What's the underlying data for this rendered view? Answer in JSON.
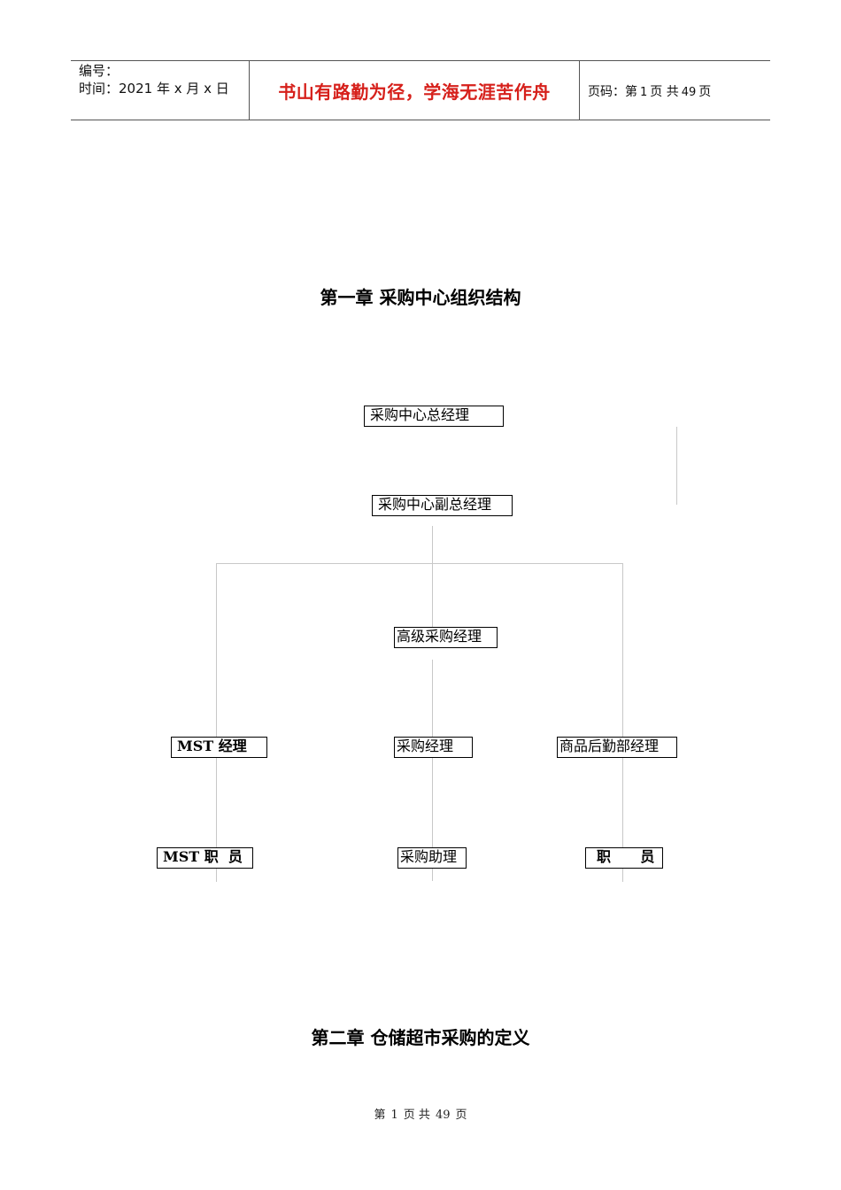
{
  "header": {
    "number_label": "编号：",
    "time_label": "时间：2021 年 x 月 x 日",
    "motto": "书山有路勤为径，学海无涯苦作舟",
    "page_prefix": "页码：第",
    "page_current": "1",
    "page_mid": "页  共",
    "page_total": "49",
    "page_suffix": "页"
  },
  "chapter1": {
    "title": "第一章  采购中心组织结构"
  },
  "org_chart": {
    "general_manager": "采购中心总经理",
    "deputy_manager": "采购中心副总经理",
    "senior_purchasing_manager": "高级采购经理",
    "mst_manager": "MST 经理",
    "purchasing_manager": "采购经理",
    "logistics_manager": "商品后勤部经理",
    "mst_staff": "MST 职  员",
    "purchasing_assistant": "采购助理",
    "staff": "职      员"
  },
  "chapter2": {
    "title": "第二章  仓储超市采购的定义"
  },
  "footer": {
    "prefix": "第",
    "current": "1",
    "mid": "页  共",
    "total": "49",
    "suffix": "页"
  }
}
